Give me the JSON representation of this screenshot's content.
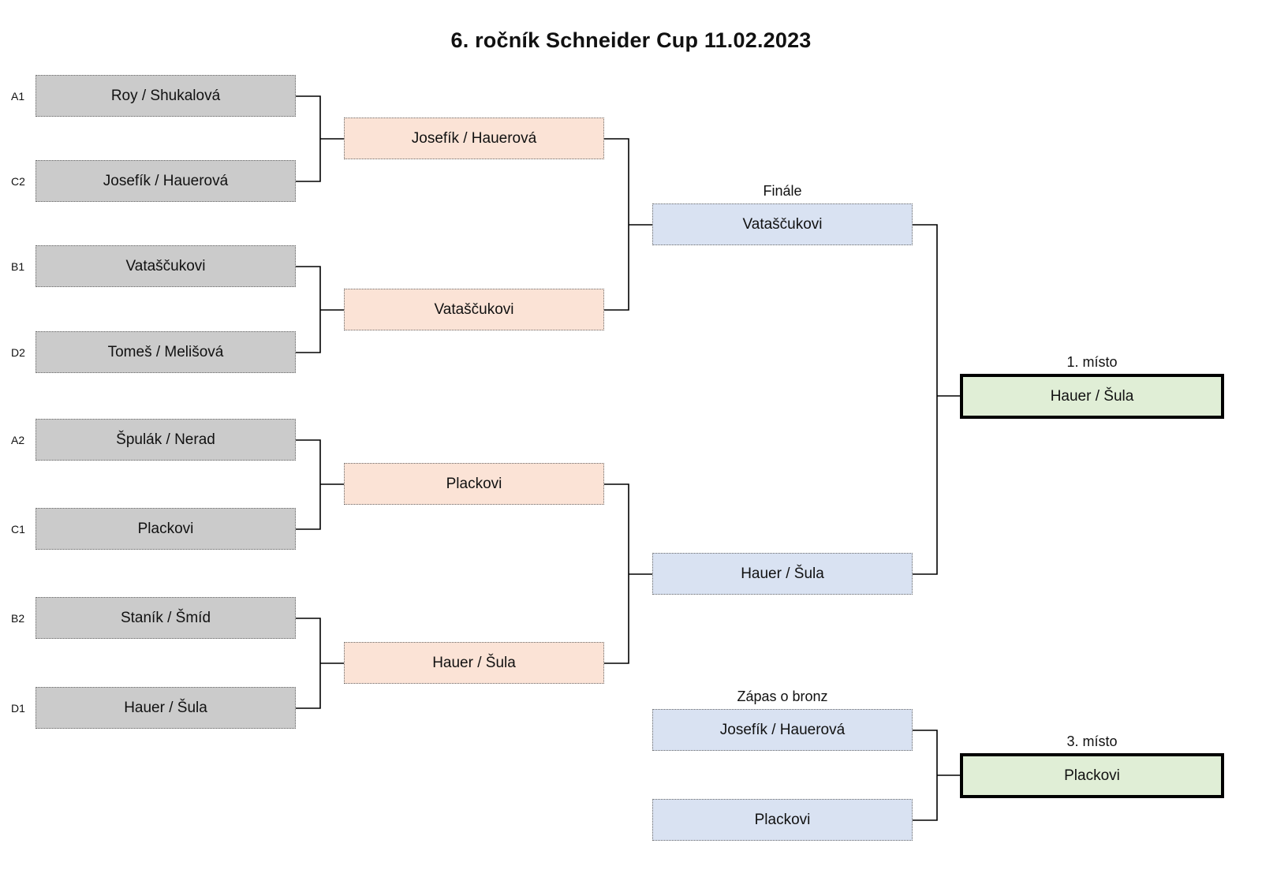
{
  "title": "6. ročník Schneider Cup 11.02.2023",
  "round1": [
    {
      "seed": "A1",
      "team": "Roy / Shukalová"
    },
    {
      "seed": "C2",
      "team": "Josefík / Hauerová"
    },
    {
      "seed": "B1",
      "team": "Vataščukovi"
    },
    {
      "seed": "D2",
      "team": "Tomeš / Melišová"
    },
    {
      "seed": "A2",
      "team": "Špulák / Nerad"
    },
    {
      "seed": "C1",
      "team": "Plackovi"
    },
    {
      "seed": "B2",
      "team": "Staník / Šmíd"
    },
    {
      "seed": "D1",
      "team": "Hauer / Šula"
    }
  ],
  "round2": [
    {
      "team": "Josefík / Hauerová"
    },
    {
      "team": "Vataščukovi"
    },
    {
      "team": "Plackovi"
    },
    {
      "team": "Hauer / Šula"
    }
  ],
  "final": {
    "label": "Finále",
    "teams": [
      "Vataščukovi",
      "Hauer / Šula"
    ]
  },
  "bronze_match": {
    "label": "Zápas o bronz",
    "teams": [
      "Josefík / Hauerová",
      "Plackovi"
    ]
  },
  "first_place": {
    "label": "1. místo",
    "team": "Hauer / Šula"
  },
  "third_place": {
    "label": "3. místo",
    "team": "Plackovi"
  },
  "colors": {
    "round1_fill": "#cbcbcb",
    "round2_fill": "#fbe3d6",
    "final_fill": "#d9e2f2",
    "result_fill": "#e0eed6",
    "connector": "#000000"
  }
}
